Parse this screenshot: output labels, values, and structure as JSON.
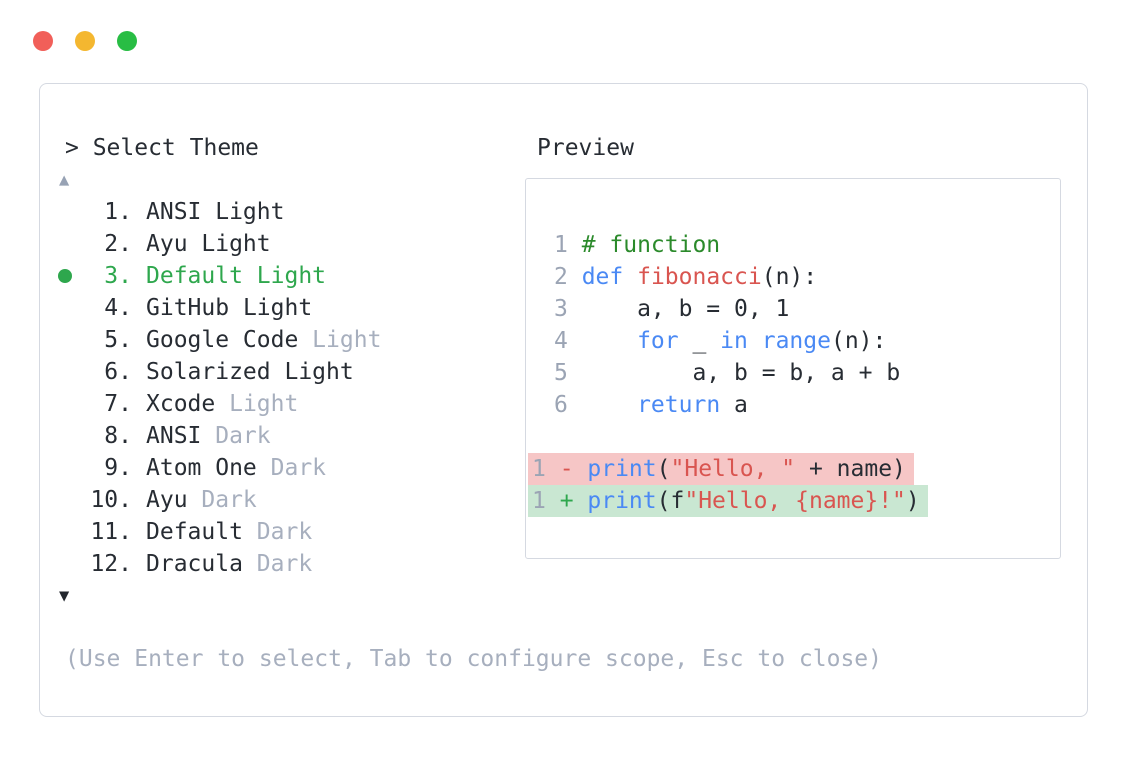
{
  "window": {
    "controls": [
      {
        "name": "close",
        "color": "#f15f59"
      },
      {
        "name": "minimize",
        "color": "#f4b730"
      },
      {
        "name": "zoom",
        "color": "#28bd44"
      }
    ]
  },
  "selector": {
    "prompt": "> Select Theme",
    "scroll_up_icon": "▲",
    "scroll_down_icon": "▼",
    "items": [
      {
        "number": "1.",
        "name": "ANSI",
        "suffix": " Light",
        "suffix_muted": false,
        "selected": false
      },
      {
        "number": "2.",
        "name": "Ayu",
        "suffix": " Light",
        "suffix_muted": false,
        "selected": false
      },
      {
        "number": "3.",
        "name": "Default",
        "suffix": " Light",
        "suffix_muted": false,
        "selected": true
      },
      {
        "number": "4.",
        "name": "GitHub",
        "suffix": " Light",
        "suffix_muted": false,
        "selected": false
      },
      {
        "number": "5.",
        "name": "Google Code",
        "suffix": " Light",
        "suffix_muted": true,
        "selected": false
      },
      {
        "number": "6.",
        "name": "Solarized",
        "suffix": " Light",
        "suffix_muted": false,
        "selected": false
      },
      {
        "number": "7.",
        "name": "Xcode",
        "suffix": " Light",
        "suffix_muted": true,
        "selected": false
      },
      {
        "number": "8.",
        "name": "ANSI",
        "suffix": " Dark",
        "suffix_muted": true,
        "selected": false
      },
      {
        "number": "9.",
        "name": "Atom One",
        "suffix": " Dark",
        "suffix_muted": true,
        "selected": false
      },
      {
        "number": "10.",
        "name": "Ayu",
        "suffix": " Dark",
        "suffix_muted": true,
        "selected": false
      },
      {
        "number": "11.",
        "name": "Default",
        "suffix": " Dark",
        "suffix_muted": true,
        "selected": false
      },
      {
        "number": "12.",
        "name": "Dracula",
        "suffix": " Dark",
        "suffix_muted": true,
        "selected": false
      }
    ],
    "hint": "(Use Enter to select, Tab to configure scope, Esc to close)"
  },
  "preview": {
    "label": "Preview",
    "code": [
      {
        "num": "1",
        "tokens": [
          {
            "t": "# function",
            "c": "comment"
          }
        ]
      },
      {
        "num": "2",
        "tokens": [
          {
            "t": "def",
            "c": "keyword"
          },
          {
            "t": " ",
            "c": "plain"
          },
          {
            "t": "fibonacci",
            "c": "red"
          },
          {
            "t": "(n):",
            "c": "plain"
          }
        ]
      },
      {
        "num": "3",
        "tokens": [
          {
            "t": "    a, b = 0, 1",
            "c": "plain"
          }
        ]
      },
      {
        "num": "4",
        "tokens": [
          {
            "t": "    ",
            "c": "plain"
          },
          {
            "t": "for",
            "c": "keyword"
          },
          {
            "t": " _ ",
            "c": "plain"
          },
          {
            "t": "in",
            "c": "keyword"
          },
          {
            "t": " ",
            "c": "plain"
          },
          {
            "t": "range",
            "c": "keyword"
          },
          {
            "t": "(n):",
            "c": "plain"
          }
        ]
      },
      {
        "num": "5",
        "tokens": [
          {
            "t": "        a, b = b, a + b",
            "c": "plain"
          }
        ]
      },
      {
        "num": "6",
        "tokens": [
          {
            "t": "    ",
            "c": "plain"
          },
          {
            "t": "return",
            "c": "keyword"
          },
          {
            "t": " a",
            "c": "plain"
          }
        ]
      },
      {
        "num": "",
        "tokens": []
      }
    ],
    "diff": [
      {
        "num": "1",
        "sign": "-",
        "type": "removed",
        "tokens": [
          {
            "t": "print",
            "c": "keyword"
          },
          {
            "t": "(",
            "c": "plain"
          },
          {
            "t": "\"Hello, \"",
            "c": "red"
          },
          {
            "t": " + name)",
            "c": "plain"
          }
        ]
      },
      {
        "num": "1",
        "sign": "+",
        "type": "added",
        "tokens": [
          {
            "t": "print",
            "c": "keyword"
          },
          {
            "t": "(f",
            "c": "plain"
          },
          {
            "t": "\"Hello, {name}!\"",
            "c": "red"
          },
          {
            "t": ")",
            "c": "plain"
          }
        ]
      }
    ]
  },
  "colors": {
    "accent_green": "#2ea74d",
    "muted": "#a7afbe",
    "text": "#272c33",
    "line_number": "#9ba4b4",
    "keyword_blue": "#4a89f4",
    "string_red": "#d95550",
    "comment_green": "#2b8a2b",
    "diff_removed_bg": "#f6c6c6",
    "diff_added_bg": "#c9e7d2",
    "border": "#d5d9e1",
    "scroll_up": "#97a2b4",
    "scroll_down": "#23272e"
  }
}
